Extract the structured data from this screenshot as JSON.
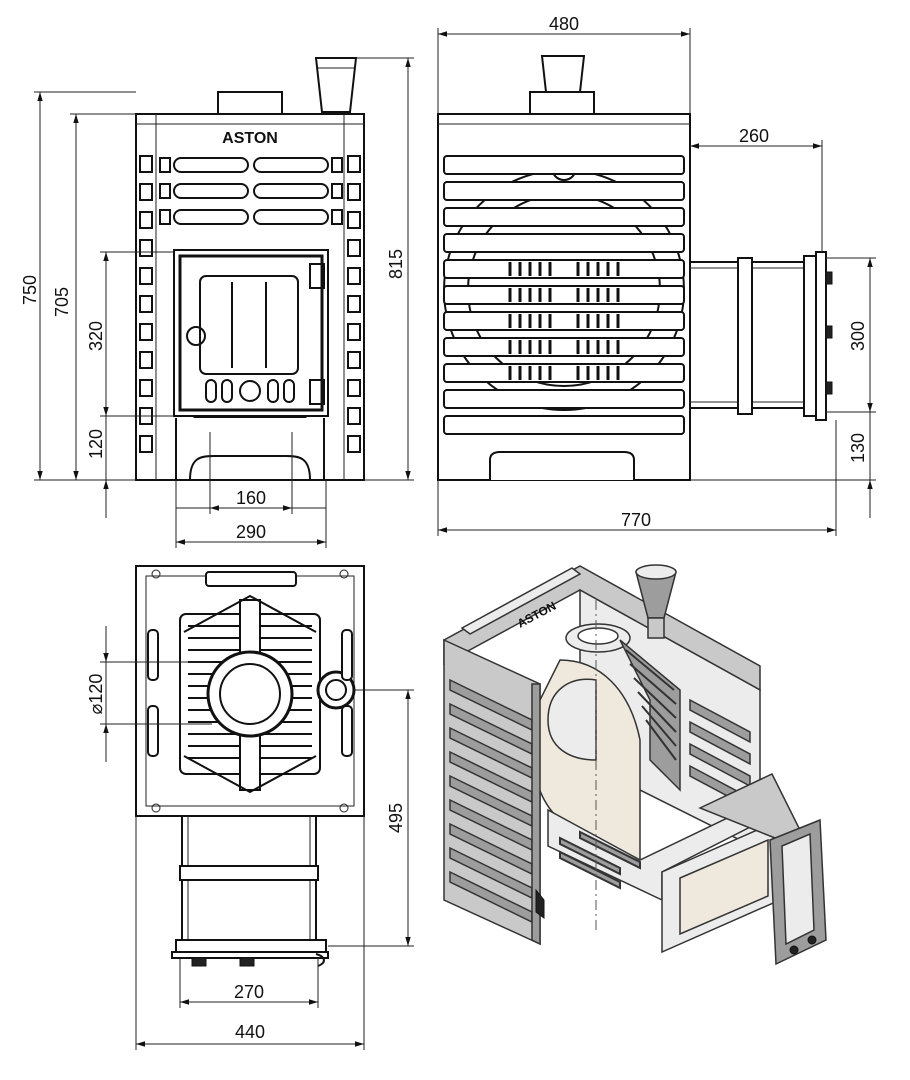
{
  "brand": {
    "front_logo": "ASTON",
    "iso_logo": "ASTON"
  },
  "views": {
    "front": {
      "dimensions": {
        "overall_height": "750",
        "body_height": "705",
        "firebox_door_height": "320",
        "door_base_height": "120",
        "chimney_top_height": "815",
        "door_opening_width": "160",
        "base_width": "290"
      }
    },
    "side": {
      "dimensions": {
        "body_depth": "480",
        "tunnel_length": "260",
        "tunnel_height": "300",
        "tunnel_base_height": "130",
        "overall_length": "770"
      }
    },
    "top": {
      "dimensions": {
        "flue_diameter": "⌀120",
        "tunnel_offset": "495",
        "tunnel_width": "270",
        "overall_width": "440"
      }
    }
  },
  "colors": {
    "line": "#111111",
    "steel_light": "#ececec",
    "steel_mid": "#9d9d9d",
    "steel_dark": "#222222",
    "cutaway": "#efe8dc"
  }
}
